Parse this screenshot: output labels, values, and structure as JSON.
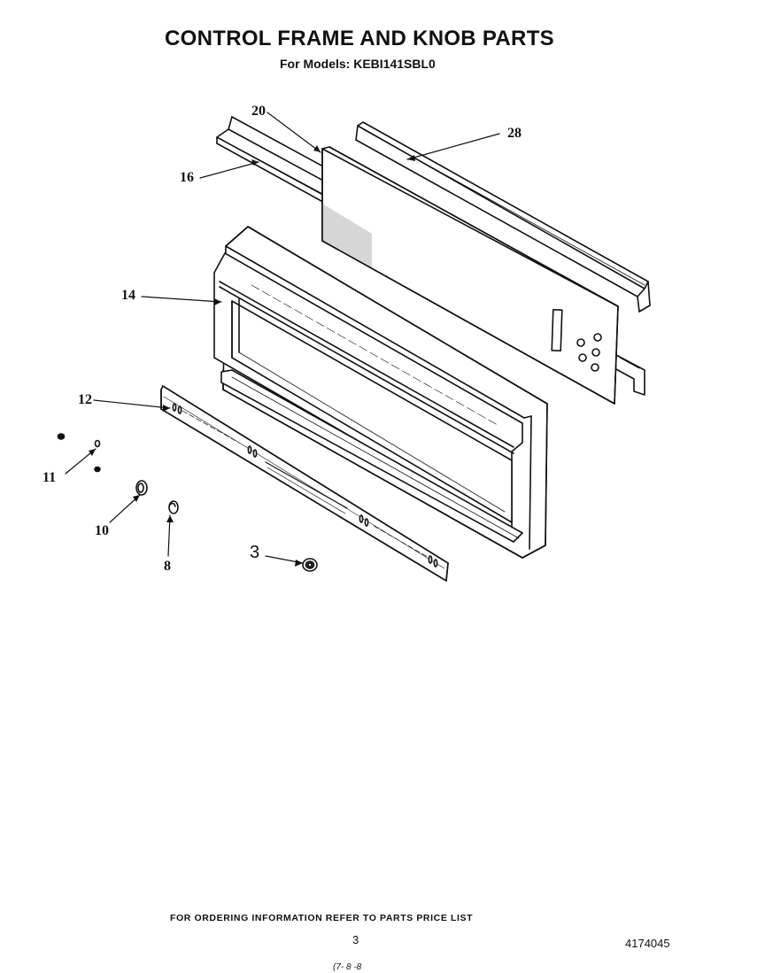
{
  "title": "CONTROL FRAME AND KNOB PARTS",
  "subtitle": "For Models: KEBI141SBL0",
  "callouts": {
    "p20": "20",
    "p28": "28",
    "p16": "16",
    "p14": "14",
    "p12": "12",
    "p11": "11",
    "p10": "10",
    "p8": "8",
    "p3": "3"
  },
  "footer": {
    "ordering_note": "FOR ORDERING INFORMATION REFER TO PARTS PRICE LIST",
    "page_number": "3",
    "document_number": "4174045",
    "stamp": "(7- 8 -8"
  }
}
